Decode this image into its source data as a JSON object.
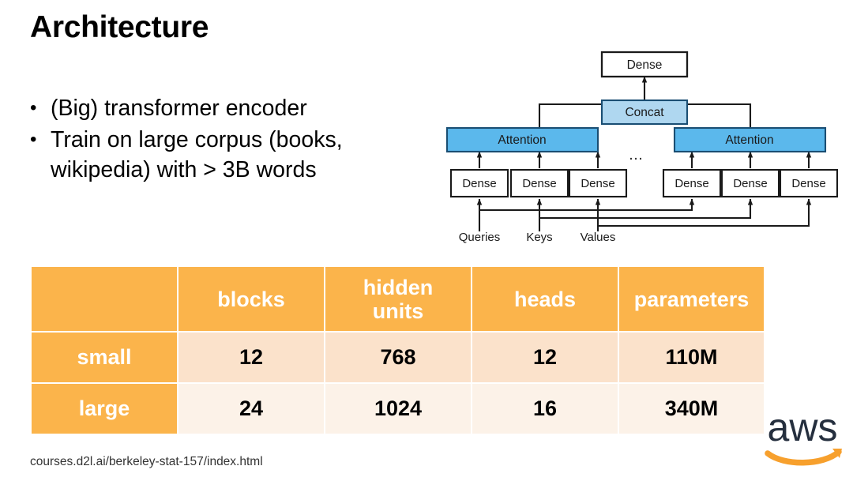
{
  "slide": {
    "title": "Architecture",
    "bullet_marker": "•",
    "bullets": [
      "(Big) transformer encoder",
      "Train on large corpus (books, wikipedia) with > 3B words"
    ],
    "footer_url": "courses.d2l.ai/berkeley-stat-157/index.html"
  },
  "diagram": {
    "name": "multi-head-attention",
    "output_dense": "Dense",
    "concat": "Concat",
    "attention_left": "Attention",
    "attention_right": "Attention",
    "ellipsis": "…",
    "dense_left": [
      "Dense",
      "Dense",
      "Dense"
    ],
    "dense_right": [
      "Dense",
      "Dense",
      "Dense"
    ],
    "inputs": [
      "Queries",
      "Keys",
      "Values"
    ],
    "colors": {
      "attention_fill": "#5BB8EC",
      "concat_fill": "#AFD7F0",
      "box_stroke": "#1A1A1A",
      "box_fill": "#FFFFFF"
    }
  },
  "table": {
    "headers": [
      "",
      "blocks",
      "hidden units",
      "heads",
      "parameters"
    ],
    "header_lines": {
      "hidden_units_line1": "hidden",
      "hidden_units_line2": "units"
    },
    "rows": [
      {
        "label": "small",
        "blocks": "12",
        "hidden_units": "768",
        "heads": "12",
        "parameters": "110M"
      },
      {
        "label": "large",
        "blocks": "24",
        "hidden_units": "1024",
        "heads": "16",
        "parameters": "340M"
      }
    ],
    "colors": {
      "header_bg": "#FBB44B",
      "row1_bg": "#FBE2CB",
      "row2_bg": "#FCF2E8",
      "header_text": "#FFFFFF",
      "value_text": "#000000"
    }
  },
  "branding": {
    "logo_text": "aws",
    "logo_text_color": "#252F3E",
    "logo_swoosh_color": "#F7A02D"
  }
}
